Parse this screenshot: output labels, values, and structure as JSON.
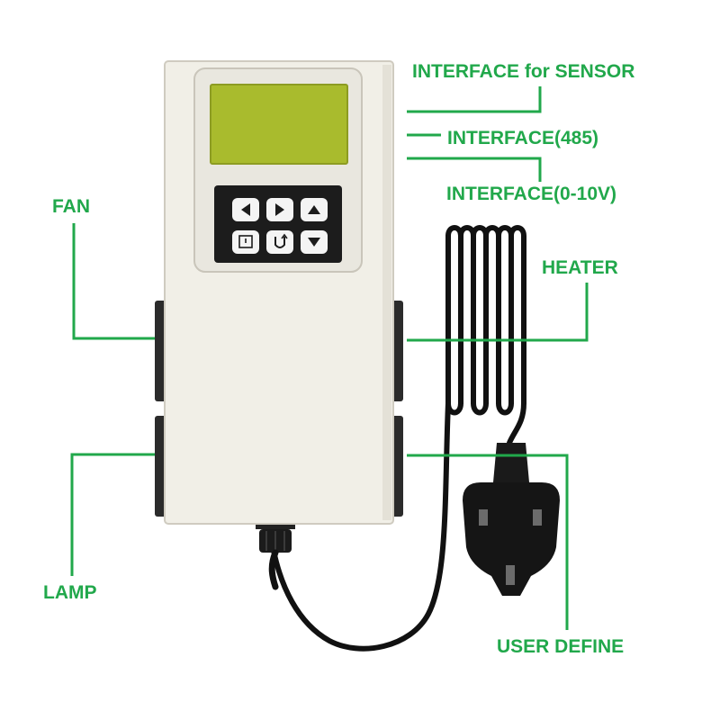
{
  "labels": {
    "interface_sensor": "INTERFACE for SENSOR",
    "interface_485": "INTERFACE(485)",
    "interface_0_10v": "INTERFACE(0-10V)",
    "fan": "FAN",
    "heater": "HEATER",
    "lamp": "LAMP",
    "user_define": "USER DEFINE"
  },
  "colors": {
    "callout": "#21a84b",
    "housing": "#f1efe7",
    "housing_edge": "#cfcbc0",
    "lcd": "#a9bb2d",
    "keypad": "#1c1c1c",
    "cable": "#111111",
    "background": "#ffffff"
  },
  "keypad": {
    "keys": [
      "left-arrow-icon",
      "right-arrow-icon",
      "up-arrow-icon",
      "timer-icon",
      "return-icon",
      "down-arrow-icon"
    ]
  }
}
